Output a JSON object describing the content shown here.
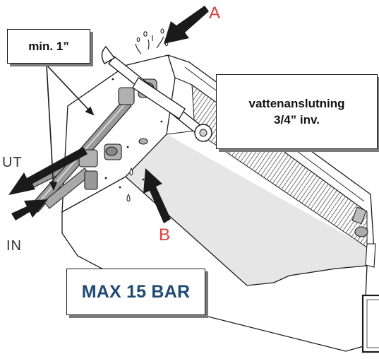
{
  "labels": {
    "a": "A",
    "b": "B",
    "ut": "UT",
    "in": "IN"
  },
  "callouts": {
    "min_length": "min. 1”",
    "water_connection": "vattenanslutning\n3/4” inv.",
    "max_pressure": "MAX 15 BAR"
  },
  "colors": {
    "letters": "#e03c3c",
    "max_pressure_text": "#1f4a73",
    "linework": "#1a1a1a",
    "panel_fill": "#e6e6e6",
    "shadow": "#7a7a7a"
  }
}
